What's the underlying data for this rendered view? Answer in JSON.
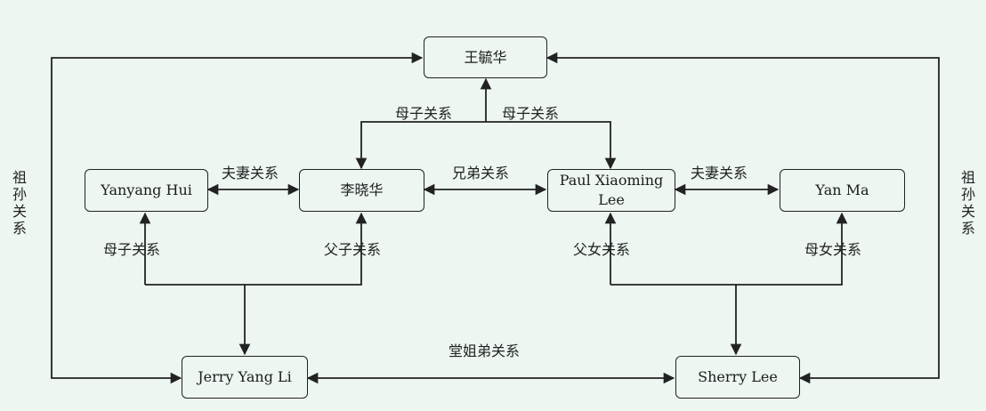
{
  "nodes": {
    "wang": "王毓华",
    "hui": "Yanyang Hui",
    "li": "李晓华",
    "paul": "Paul Xiaoming Lee",
    "yanma": "Yan Ma",
    "jerry": "Jerry Yang Li",
    "sherry": "Sherry Lee"
  },
  "relations": {
    "mother_son_left": "母子关系",
    "mother_son_right": "母子关系",
    "couple_left": "夫妻关系",
    "brothers": "兄弟关系",
    "couple_right": "夫妻关系",
    "mother_son_jerry": "母子关系",
    "father_son_jerry": "父子关系",
    "father_daughter": "父女关系",
    "mother_daughter": "母女关系",
    "cousins": "堂姐弟关系",
    "grand_left": "祖孙关系",
    "grand_right": "祖孙关系"
  },
  "colors": {
    "background": "#edf6f0",
    "line": "#222222"
  }
}
